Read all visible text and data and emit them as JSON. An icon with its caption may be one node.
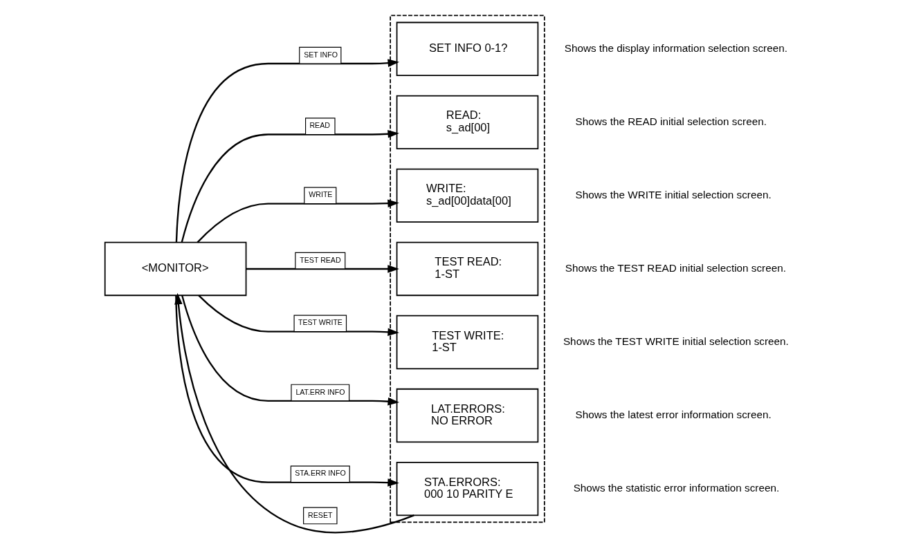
{
  "diagram": {
    "nodes": [
      {
        "text": [
          "<MONITOR>"
        ]
      },
      {
        "text": [],
        "shape": "box"
      },
      {
        "text": [
          "SET INFO 0-1?"
        ],
        "in": 1,
        "beside": [
          "Shows the display information selection screen."
        ]
      },
      {
        "text": [
          "READ:",
          "s_ad[00]"
        ],
        "in": 1,
        "beside": [
          "Shows the READ initial selection screen."
        ]
      },
      {
        "text": [
          "WRITE:",
          "s_ad[00]data[00]"
        ],
        "in": 1,
        "beside": [
          "Shows the WRITE initial selection screen."
        ]
      },
      {
        "text": [
          "TEST READ:",
          "1-ST"
        ],
        "in": 1,
        "beside": [
          "Shows the TEST READ initial selection screen."
        ]
      },
      {
        "text": [
          "TEST WRITE:",
          "1-ST"
        ],
        "in": 1,
        "beside": [
          "Shows the TEST WRITE initial selection screen."
        ]
      },
      {
        "text": [
          "LAT.ERRORS:",
          "NO ERROR"
        ],
        "in": 1,
        "beside": [
          "Shows the latest error information screen."
        ]
      },
      {
        "text": [
          "STA.ERRORS:",
          "000 10 PARITY E"
        ],
        "in": 1,
        "beside": [
          "Shows the statistic error information screen."
        ]
      }
    ],
    "edges": [
      {
        "from": 0,
        "to": 2,
        "arrow": "to",
        "label": "SET INFO"
      },
      {
        "from": 0,
        "to": 3,
        "arrow": "to",
        "label": "READ"
      },
      {
        "from": 0,
        "to": 4,
        "arrow": "to",
        "label": "WRITE"
      },
      {
        "from": 0,
        "to": 5,
        "arrow": "to",
        "label": "TEST READ"
      },
      {
        "from": 0,
        "to": 6,
        "arrow": "to",
        "label": "TEST WRITE"
      },
      {
        "from": 0,
        "to": 7,
        "arrow": "to",
        "label": "LAT.ERR INFO"
      },
      {
        "from": 0,
        "to": 8,
        "arrow": "to",
        "label": "STA.ERR INFO"
      },
      {
        "from": 8,
        "to": 0,
        "arrow": "to",
        "label": "RESET"
      }
    ]
  }
}
